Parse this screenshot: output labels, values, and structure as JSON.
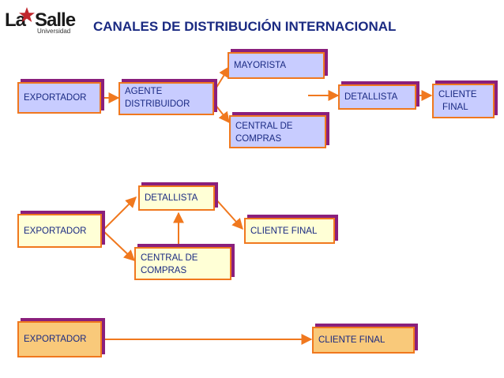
{
  "logo": {
    "la": "La",
    "salle": "Salle",
    "sub": "Universidad"
  },
  "title": "CANALES DE DISTRIBUCIÓN INTERNACIONAL",
  "row1": {
    "exportador": "EXPORTADOR",
    "agente": [
      "AGENTE",
      "DISTRIBUIDOR"
    ],
    "mayorista": "MAYORISTA",
    "central": [
      "CENTRAL DE",
      "COMPRAS"
    ],
    "detallista": "DETALLISTA",
    "cliente": [
      "CLIENTE",
      "FINAL"
    ]
  },
  "row2": {
    "exportador": "EXPORTADOR",
    "detallista": "DETALLISTA",
    "central": [
      "CENTRAL DE",
      "COMPRAS"
    ],
    "cliente": "CLIENTE FINAL"
  },
  "row3": {
    "exportador": "EXPORTADOR",
    "cliente": "CLIENTE FINAL"
  },
  "colors": {
    "box_border": "#f0781e",
    "shadow": "#8a1f7c",
    "purple_fill": "#c8ccff",
    "cream_fill": "#ffffd6",
    "orange_fill": "#f9c97a",
    "text": "#1a2a82",
    "star": "#c0262d"
  }
}
